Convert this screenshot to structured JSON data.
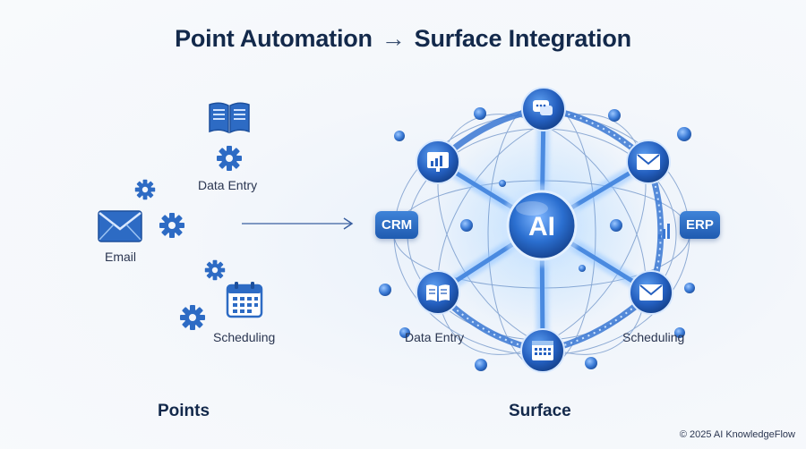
{
  "title": {
    "left": "Point Automation",
    "arrow": "→",
    "right": "Surface Integration"
  },
  "points": {
    "heading": "Points",
    "labels": {
      "data_entry": "Data Entry",
      "email": "Email",
      "scheduling": "Scheduling"
    }
  },
  "surface": {
    "heading": "Surface",
    "hub_label": "AI",
    "crm_label": "CRM",
    "erp_label": "ERP",
    "labels": {
      "data_entry": "Data Entry",
      "scheduling": "Scheduling"
    }
  },
  "footer": {
    "copyright": "© 2025 AI KnowledgeFlow"
  },
  "colors": {
    "primary": "#1f5bb0",
    "accent": "#3f83d8",
    "glow": "#8fc2ff",
    "title": "#13294b"
  }
}
